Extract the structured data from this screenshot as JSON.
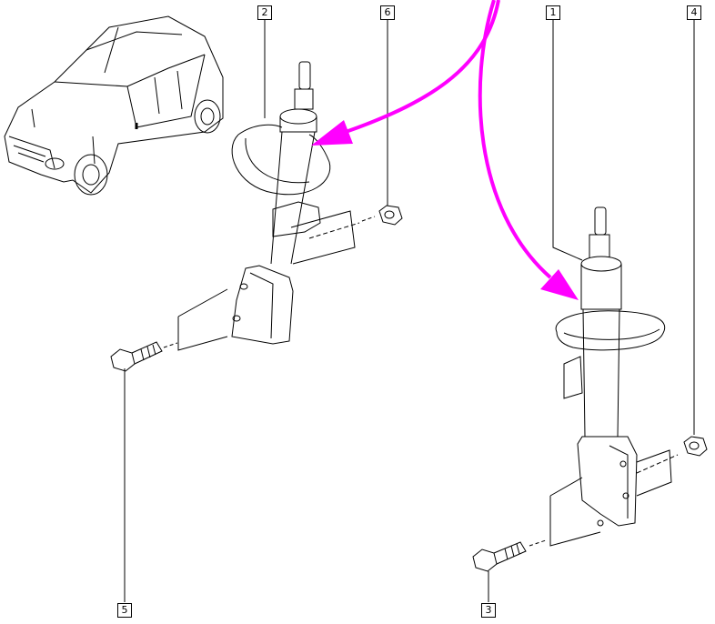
{
  "callouts": [
    {
      "id": "1",
      "label": "1"
    },
    {
      "id": "2",
      "label": "2"
    },
    {
      "id": "3",
      "label": "3"
    },
    {
      "id": "4",
      "label": "4"
    },
    {
      "id": "5",
      "label": "5"
    },
    {
      "id": "6",
      "label": "6"
    }
  ],
  "colors": {
    "highlight_arrow": "#ff00ff",
    "line": "#000000"
  }
}
